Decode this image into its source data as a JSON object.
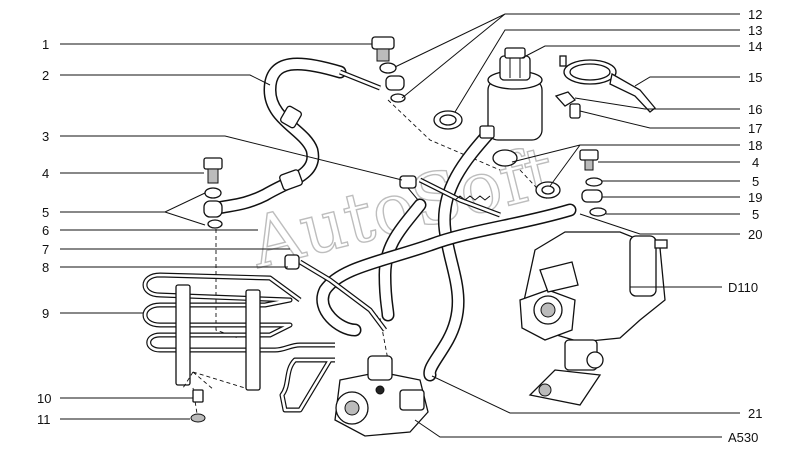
{
  "watermark": "AutoSoft",
  "labels_left": [
    "1",
    "2",
    "3",
    "4",
    "5",
    "6",
    "7",
    "8",
    "9",
    "10",
    "11"
  ],
  "labels_right": [
    "12",
    "13",
    "14",
    "15",
    "16",
    "17",
    "18",
    "4",
    "5",
    "19",
    "5",
    "20",
    "D110",
    "21",
    "A530"
  ],
  "colors": {
    "ink": "#111111",
    "paper": "#ffffff",
    "watermark": "#888888"
  }
}
